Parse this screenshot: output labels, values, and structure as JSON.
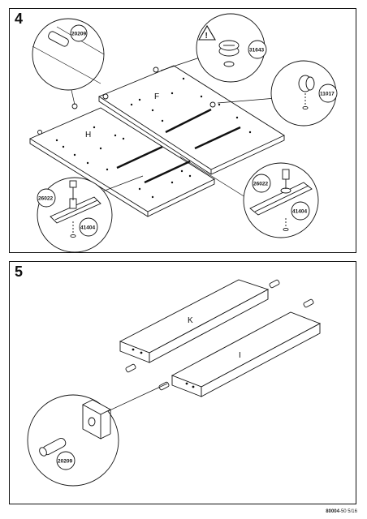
{
  "page": {
    "footer_code": "80004",
    "footer_rev": "-50 5/16"
  },
  "step4": {
    "number": "4",
    "panel_labels": {
      "f": "F",
      "h": "H"
    },
    "callouts": {
      "dowel": "20209",
      "cam_lock": "31643",
      "leg_cap": "11017",
      "screw_left": "26022",
      "rail_left": "41404",
      "screw_right": "26022",
      "rail_right": "41404"
    }
  },
  "step5": {
    "number": "5",
    "panel_labels": {
      "k": "K",
      "i": "I"
    },
    "callouts": {
      "dowel": "20209"
    }
  }
}
